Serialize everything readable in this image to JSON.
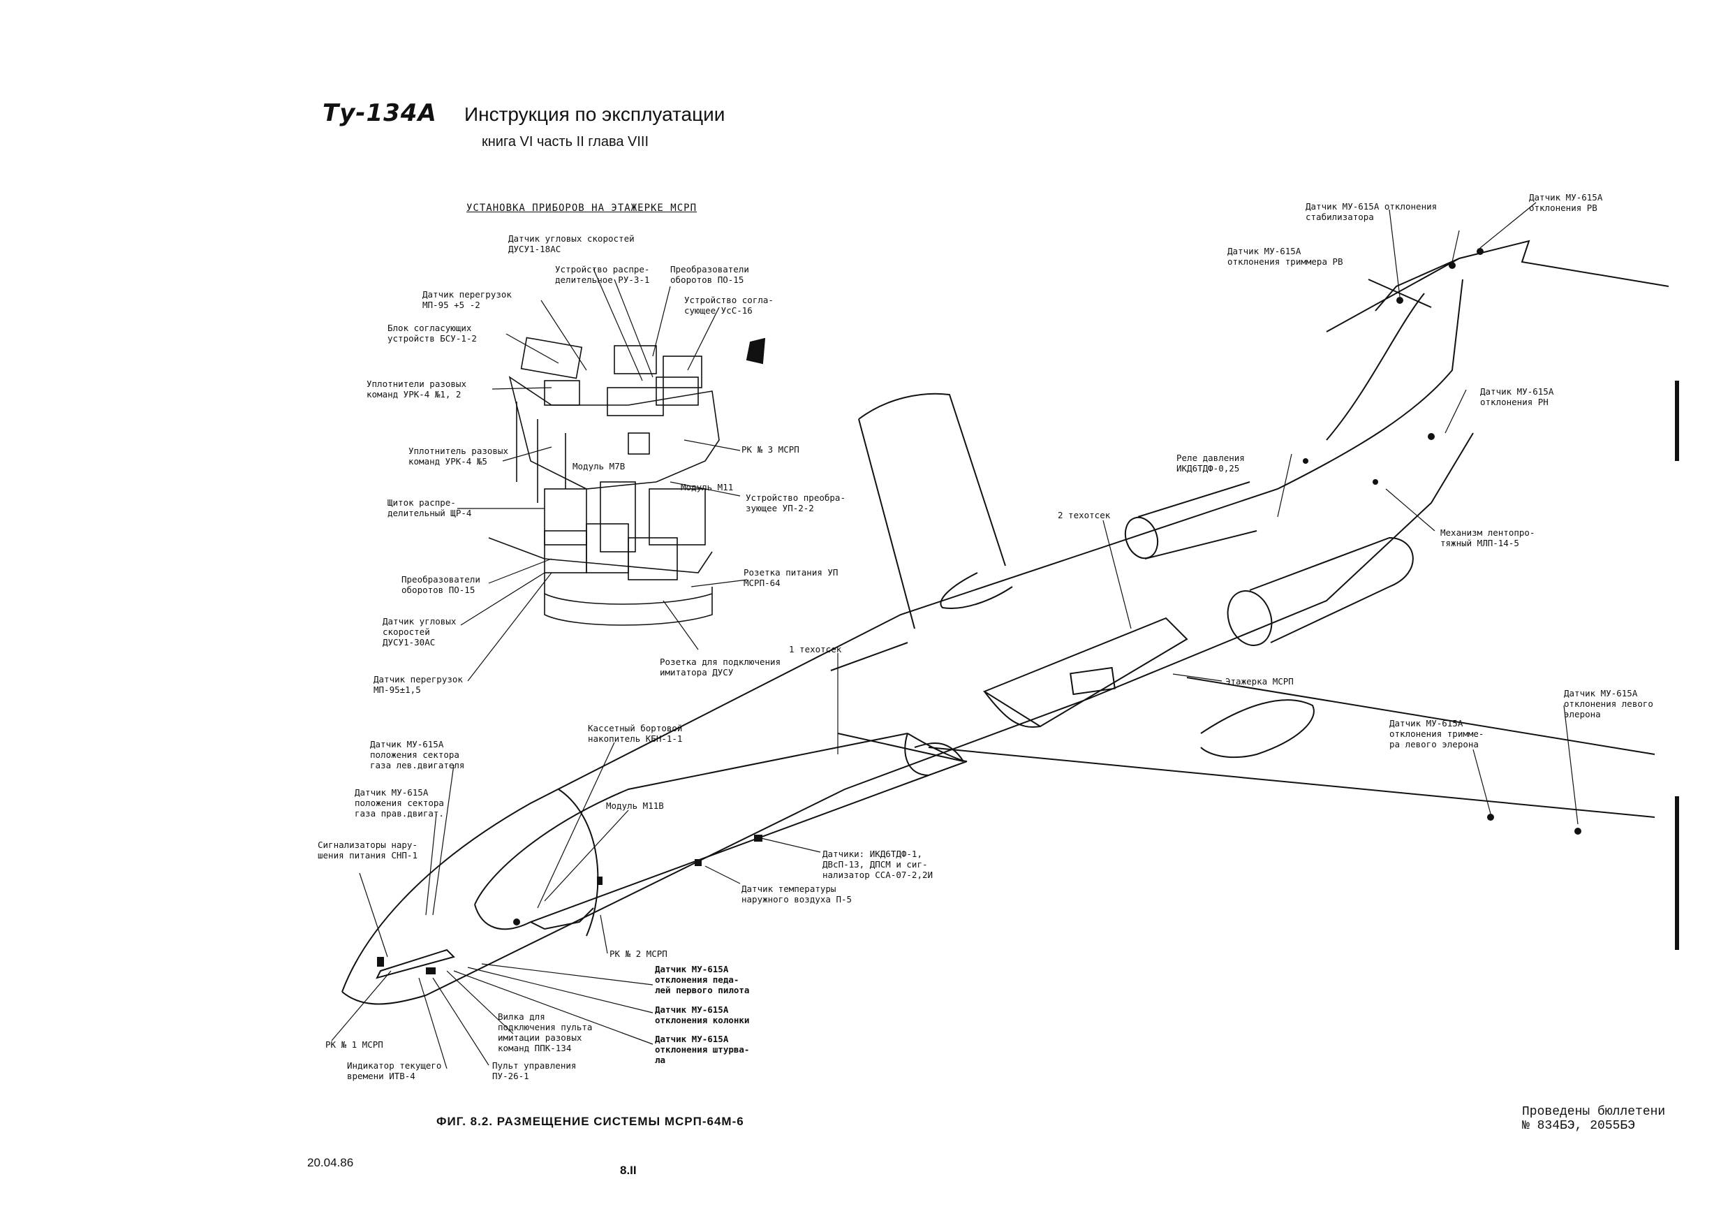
{
  "header": {
    "logo_text": "Ту-134А",
    "title": "Инструкция по эксплуатации",
    "subtitle": "книга VI часть II глава VIII"
  },
  "inset": {
    "title": "УСТАНОВКА ПРИБОРОВ НА ЭТАЖЕРКЕ МСРП",
    "labels": [
      "Датчик угловых скоростей ДУСУ1-18АС",
      "Устройство распре-делительное РУ-3-1",
      "Преобразователи оборотов ПО-15",
      "Устройство согла-сующее УсС-16",
      "Датчик перегрузок МП-95 +5 -2",
      "Блок согласующих устройств БСУ-1-2",
      "Уплотнители разовых команд УРК-4 №1, 2",
      "РК № 3 МСРП",
      "Уплотнитель разовых команд УРК-4 №5",
      "Модуль М7В",
      "Модуль М11",
      "Устройство преобра-зующее УП-2-2",
      "Щиток распре-делительный ЩР-4",
      "Розетка питания УП МСРП-64",
      "Преобразователи оборотов ПО-15",
      "Датчик угловых скоростей ДУСУ1-30АС",
      "Розетка для подключения имитатора ДУСУ",
      "Датчик перегрузок МП-95±1,5"
    ]
  },
  "aircraft": {
    "labels": [
      "Датчик МУ-615А отклонения стабилизатора",
      "Датчик МУ-615А отклонения РВ",
      "Датчик МУ-615А отклонения триммера РВ",
      "Датчик МУ-615А отклонения РН",
      "Реле давления ИКД6ТДФ-0,25",
      "2 техотсек",
      "Механизм лентопро-тяжный МЛП-14-5",
      "1 техотсек",
      "Этажерка МСРП",
      "Датчик МУ-615А отклонения левого элерона",
      "Датчик МУ-615А отклонения тримме-ра левого элерона",
      "Кассетный бортовой накопитель КБН-1-1",
      "Модуль М11В",
      "Датчики: ИКД6ТДФ-1, ДВсП-13, ДПСМ и сиг-нализатор ССА-07-2,2И",
      "Датчик температуры наружного воздуха П-5",
      "Датчик МУ-615А положения сектора газа лев.двигателя",
      "Датчик МУ-615А положения сектора газа прав.двигат.",
      "Сигнализаторы нару-шения питания СНП-1",
      "РК № 2 МСРП",
      "Датчик МУ-615А отклонения педа-лей первого пилота",
      "Датчик МУ-615А отклонения колонки",
      "Датчик МУ-615А отклонения штурва-ла",
      "Вилка для подключения пульта имитации разовых команд ППК-134",
      "РК № 1 МСРП",
      "Индикатор текущего времени ИТВ-4",
      "Пульт управления ПУ-26-1"
    ]
  },
  "footer": {
    "caption": "ФИГ. 8.2. РАЗМЕЩЕНИЕ СИСТЕМЫ МСРП-64М-6",
    "date": "20.04.86",
    "page": "8.II",
    "bulletin_line1": "Проведены бюллетени",
    "bulletin_line2": "№ 834БЭ, 2055БЭ"
  }
}
